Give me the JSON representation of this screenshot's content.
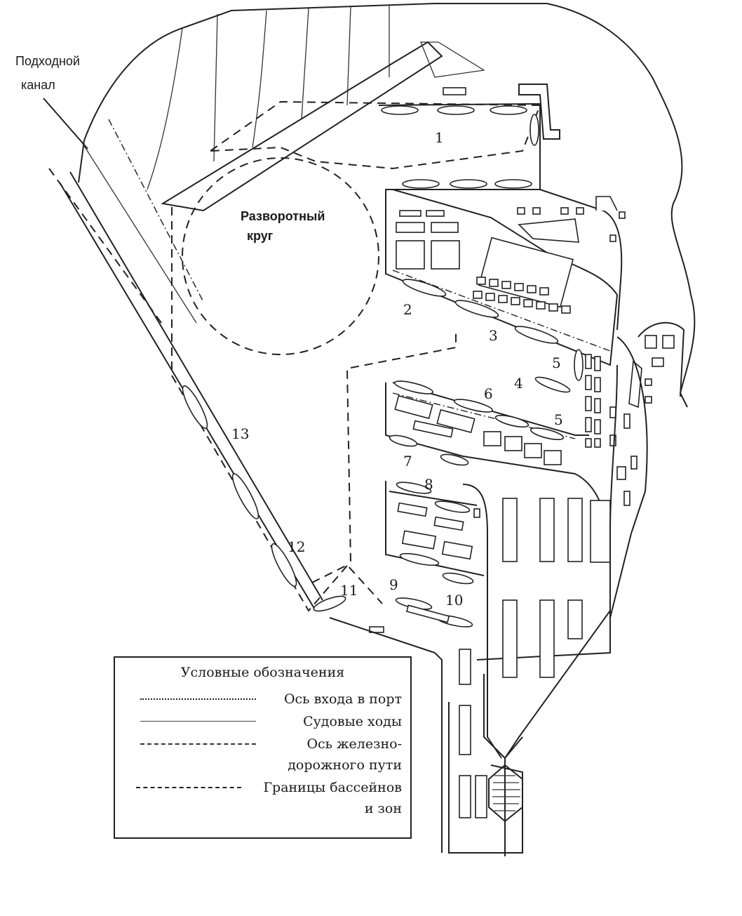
{
  "map": {
    "approach_channel_label_line1": "Подходной",
    "approach_channel_label_line2": "канал",
    "turning_circle_label_line1": "Разворотный",
    "turning_circle_label_line2": "круг",
    "zone_numbers": [
      "1",
      "2",
      "3",
      "4",
      "5",
      "5",
      "6",
      "7",
      "8",
      "9",
      "10",
      "11",
      "12",
      "13"
    ]
  },
  "legend": {
    "title": "Условные обозначения",
    "items": [
      {
        "label": "Ось входа в порт"
      },
      {
        "label": "Судовые ходы"
      },
      {
        "label": "Ось железно-",
        "label2": "дорожного пути"
      },
      {
        "label": "Границы  бассейнов",
        "label2": "и зон"
      }
    ]
  }
}
